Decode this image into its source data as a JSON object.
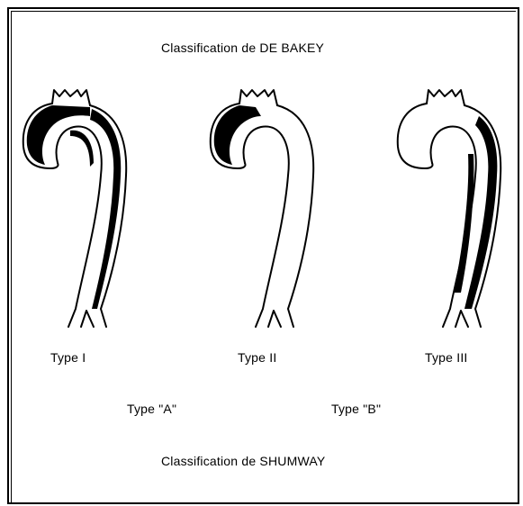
{
  "title_top": "Classification de DE BAKEY",
  "title_bottom": "Classification de SHUMWAY",
  "types": [
    {
      "label": "Type I",
      "dissection": "ascending-and-descending"
    },
    {
      "label": "Type II",
      "dissection": "ascending-only"
    },
    {
      "label": "Type III",
      "dissection": "descending-only"
    }
  ],
  "groups": [
    {
      "label": "Type \"A\""
    },
    {
      "label": "Type \"B\""
    }
  ],
  "colors": {
    "line": "#000000",
    "background": "#ffffff"
  }
}
